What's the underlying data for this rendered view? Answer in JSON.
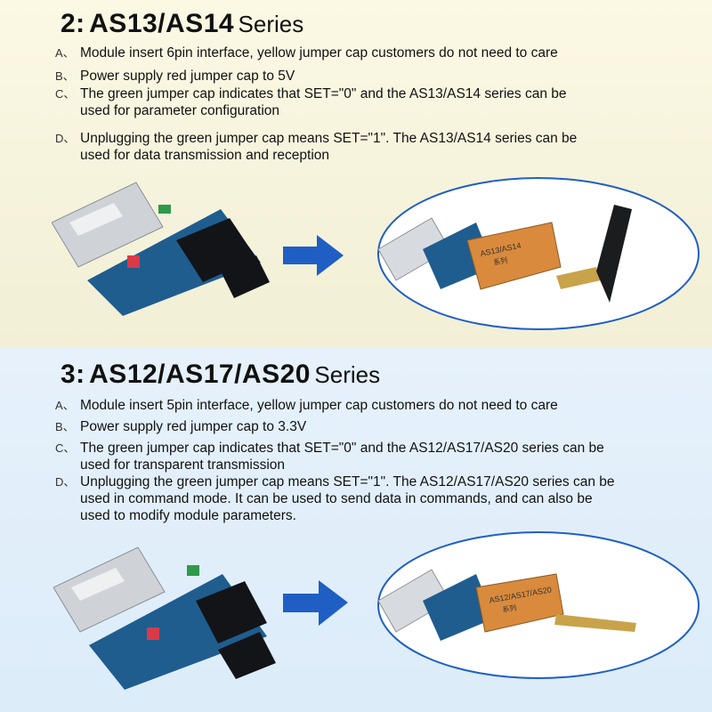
{
  "section1": {
    "num": "2:",
    "model": "AS13/AS14",
    "series": "Series",
    "items": [
      {
        "letter": "A、",
        "line1": "Module insert 6pin interface, yellow jumper cap customers do not need to care",
        "line2": ""
      },
      {
        "letter": "B、",
        "line1": "Power supply red jumper cap to 5V",
        "line2": ""
      },
      {
        "letter": "C、",
        "line1": "The green jumper cap indicates that SET=\"0\" and the AS13/AS14 series can be",
        "line2": "used for parameter configuration"
      },
      {
        "letter": "D、",
        "line1": "Unplugging the green jumper cap means SET=\"1\". The AS13/AS14 series can be",
        "line2": "used for data transmission and reception"
      }
    ],
    "module_label": "AS13/AS14",
    "module_sub": "系列"
  },
  "section2": {
    "num": "3:",
    "model": "AS12/AS17/AS20",
    "series": "Series",
    "items": [
      {
        "letter": "A、",
        "line1": "Module insert 5pin interface, yellow jumper cap customers do not need to care",
        "line2": ""
      },
      {
        "letter": "B、",
        "line1": "Power supply red jumper cap to 3.3V",
        "line2": ""
      },
      {
        "letter": "C、",
        "line1": "The green jumper cap indicates that SET=\"0\" and the AS12/AS17/AS20 series can be",
        "line2": "used for transparent transmission"
      },
      {
        "letter": "D、",
        "line1": "Unplugging the green jumper cap means SET=\"1\". The AS12/AS17/AS20 series can be",
        "line2": "used in command mode. It can be used to send data in commands, and can also be",
        "line3": "used to modify module parameters."
      }
    ],
    "module_label": "AS12/AS17/AS20",
    "module_sub": "系列"
  },
  "colors": {
    "arrow": "#1f5fc4",
    "pcb": "#1f5d8f",
    "module": "#d98a3d",
    "panel_top": "#f7f4de",
    "panel_bottom": "#e1eefa"
  }
}
